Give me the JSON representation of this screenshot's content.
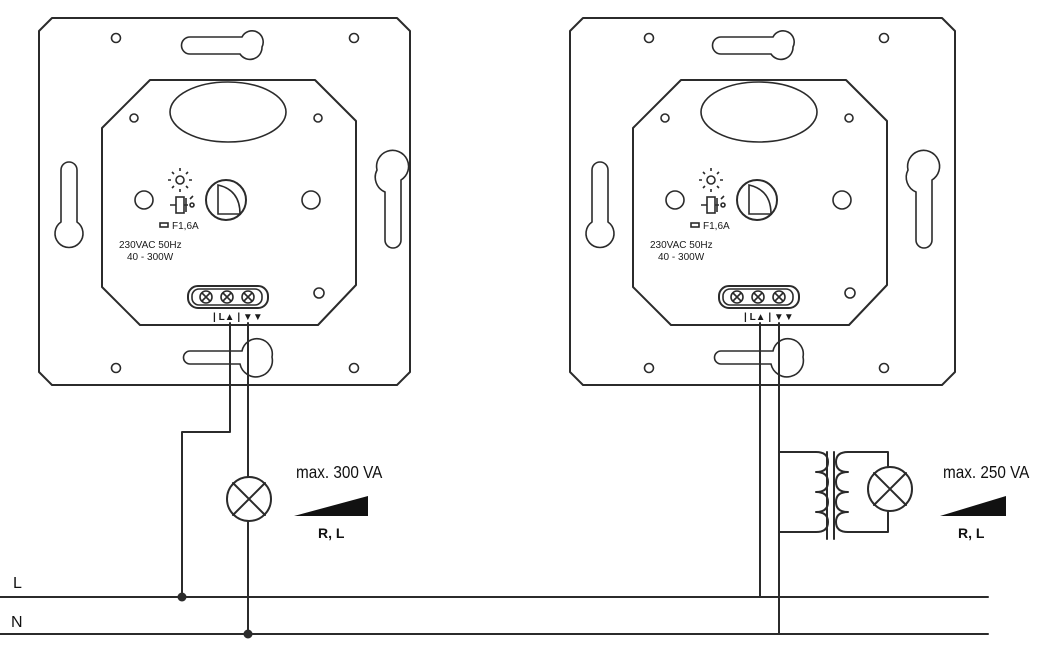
{
  "left_dimmer": {
    "fuse_label": "F1,6A",
    "voltage_label": "230VAC 50Hz",
    "power_range_label": "40 - 300W",
    "terminal_label": "| L▲ | ▼▼",
    "max_load_label": "max. 300 VA",
    "load_type_label": "R, L"
  },
  "right_dimmer": {
    "fuse_label": "F1,6A",
    "voltage_label": "230VAC 50Hz",
    "power_range_label": "40 - 300W",
    "terminal_label": "| L▲ | ▼▼",
    "max_load_label": "max. 250 VA",
    "load_type_label": "R, L"
  },
  "mains": {
    "line_label": "L",
    "neutral_label": "N"
  }
}
